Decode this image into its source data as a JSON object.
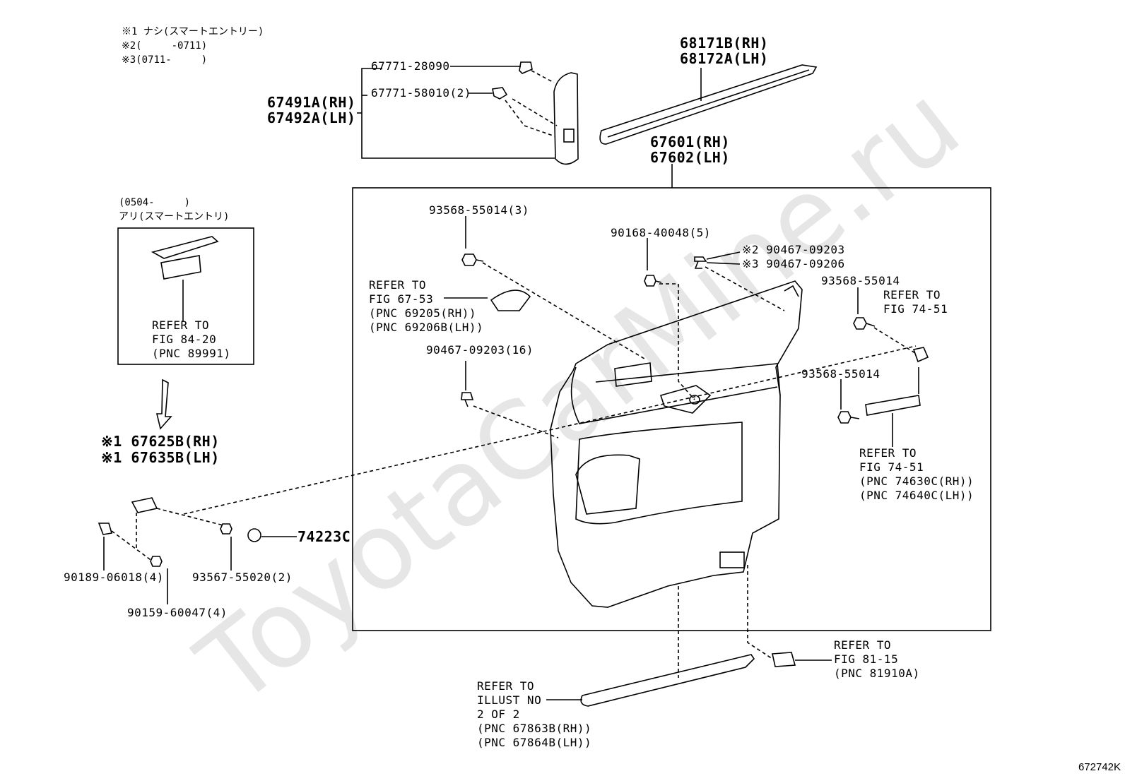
{
  "watermark": "ToyotaCarMine.ru",
  "figure_code": "672742K",
  "notes": {
    "n1": "※1 ナシ(スマートエントリー)",
    "n2": "※2(　　　-0711)",
    "n3": "※3(0711-　　　)"
  },
  "inset": {
    "line1": "(0504-　　　)",
    "line2": "アリ(スマートエントリ)",
    "ref": [
      "REFER TO",
      "FIG 84-20",
      "(PNC 89991)"
    ]
  },
  "parts": {
    "p68171B": "68171B(RH)",
    "p68172A": "68172A(LH)",
    "p67491A": "67491A(RH)",
    "p67492A": "67492A(LH)",
    "p67771_28090": "67771-28090",
    "p67771_58010": "67771-58010(2)",
    "p67601": "67601(RH)",
    "p67602": "67602(LH)",
    "p93568_55014_3": "93568-55014(3)",
    "p90168_40048": "90168-40048(5)",
    "p90467_09203_n2": "※2 90467-09203",
    "p90467_09206_n3": "※3 90467-09206",
    "p93568_55014_a": "93568-55014",
    "p93568_55014_b": "93568-55014",
    "p90467_09203_16": "90467-09203(16)",
    "p67625B": "※1 67625B(RH)",
    "p67635B": "※1 67635B(LH)",
    "p74223C": "74223C",
    "p90189_06018": "90189-06018(4)",
    "p93567_55020": "93567-55020(2)",
    "p90159_60047": "90159-60047(4)"
  },
  "refs": {
    "fig67_53": [
      "REFER TO",
      "FIG 67-53",
      "(PNC 69205(RH))",
      "(PNC 69206B(LH))"
    ],
    "fig74_51_top": [
      "REFER TO",
      "FIG 74-51"
    ],
    "fig74_51_bottom": [
      "REFER TO",
      "FIG 74-51",
      "(PNC 74630C(RH))",
      "(PNC 74640C(LH))"
    ],
    "fig81_15": [
      "REFER TO",
      "FIG 81-15",
      "(PNC 81910A)"
    ],
    "illust": [
      "REFER TO",
      "ILLUST NO",
      "2 OF 2",
      "(PNC 67863B(RH))",
      "(PNC 67864B(LH))"
    ]
  }
}
